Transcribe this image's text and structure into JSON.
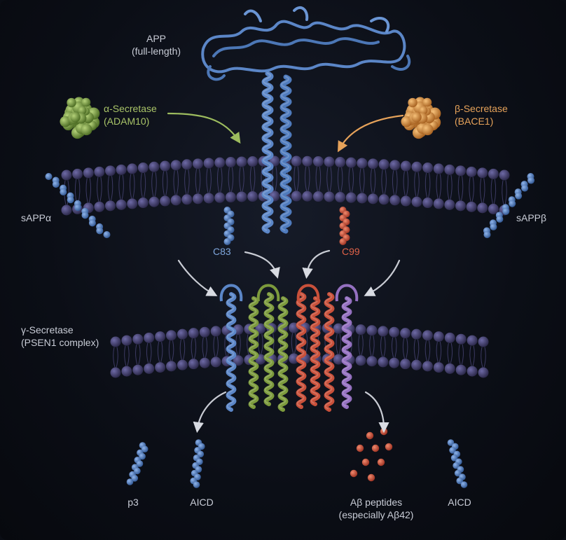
{
  "labels": {
    "app_title": "APP",
    "app_sub": "(full-length)",
    "alpha_name": "α-Secretase",
    "alpha_sub": "(ADAM10)",
    "beta_name": "β-Secretase",
    "beta_sub": "(BACE1)",
    "sappa": "sAPPα",
    "sappb": "sAPPβ",
    "c83": "C83",
    "c99": "C99",
    "gamma_name": "γ-Secretase",
    "gamma_sub": "(PSEN1 complex)",
    "p3": "p3",
    "aicd_left": "AICD",
    "abeta_name": "Aβ peptides",
    "abeta_sub": "(especially Aβ42)",
    "aicd_right": "AICD"
  },
  "colors": {
    "app": "#5b86c7",
    "alpha": "#7fa046",
    "beta": "#d9893e",
    "c99": "#d4543c",
    "psen_green": "#7c9a3c",
    "psen_red": "#c8503a",
    "psen_purple": "#9470c0",
    "membrane": "#3d3a66",
    "abeta": "#d4543c"
  }
}
